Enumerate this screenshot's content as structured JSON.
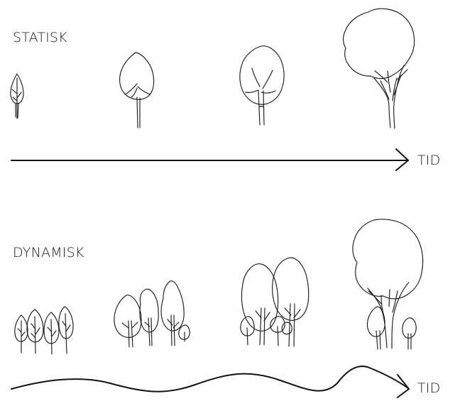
{
  "labels": {
    "static": "STATISK",
    "dynamic": "DYNAMISK",
    "time_axis_top": "TID",
    "time_axis_bottom": "TID"
  },
  "colors": {
    "ink": "#1c1c1c",
    "background": "#ffffff"
  }
}
